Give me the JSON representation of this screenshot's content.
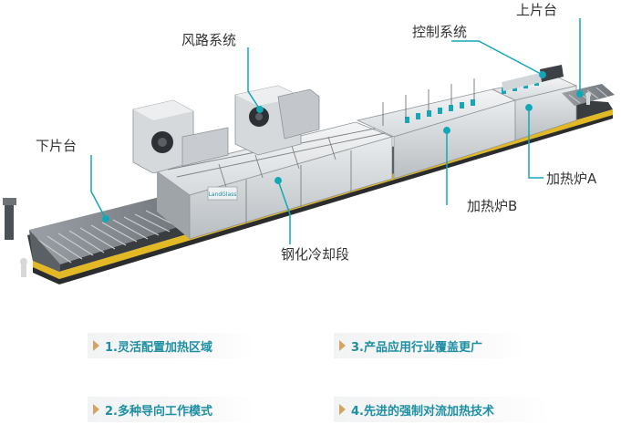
{
  "labels": {
    "wind_system": "风路系统",
    "control_system": "控制系统",
    "loading_table": "上片台",
    "unloading_table": "下片台",
    "heating_furnace_a": "加热炉A",
    "heating_furnace_b": "加热炉B",
    "tempering_cooling": "钢化冷却段"
  },
  "features": [
    {
      "text": "1.灵活配置加热区域"
    },
    {
      "text": "3.产品应用行业覆盖更广"
    },
    {
      "text": "2.多种导向工作模式"
    },
    {
      "text": "4.先进的强制对流加热技术"
    }
  ],
  "brand_mark": "LandGlass",
  "colors": {
    "callout": "#12a7b7",
    "feature_text": "#1e8fa3",
    "triangle": "#d3a466",
    "rail_yellow": "#e2b824"
  }
}
